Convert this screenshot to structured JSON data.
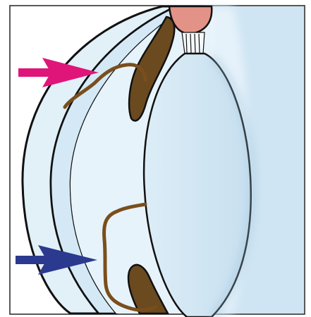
{
  "diagram": {
    "type": "eye-anterior-segment-cross-section",
    "colors": {
      "background": "#ffffff",
      "frame_stroke": "#222222",
      "fluid": "#cfe5f3",
      "fluid_glow": "#e8f4fb",
      "cornea_outer": "#e2f0f8",
      "cornea_inner": "#d4e9f5",
      "lens": "#cde3f1",
      "outline": "#111111",
      "iris_ciliary": "#6b4a1f",
      "ciliary_body": "#e39287",
      "zonules": "#ffffff",
      "brown_path": "#7a4e1c",
      "arrow_magenta": "#e0157a",
      "arrow_navy": "#2b3a8f"
    },
    "annotations": [
      {
        "name": "magenta-arrow",
        "color": "#e0157a",
        "direction": "right"
      },
      {
        "name": "navy-arrow",
        "color": "#2b3a8f",
        "direction": "right"
      }
    ]
  }
}
